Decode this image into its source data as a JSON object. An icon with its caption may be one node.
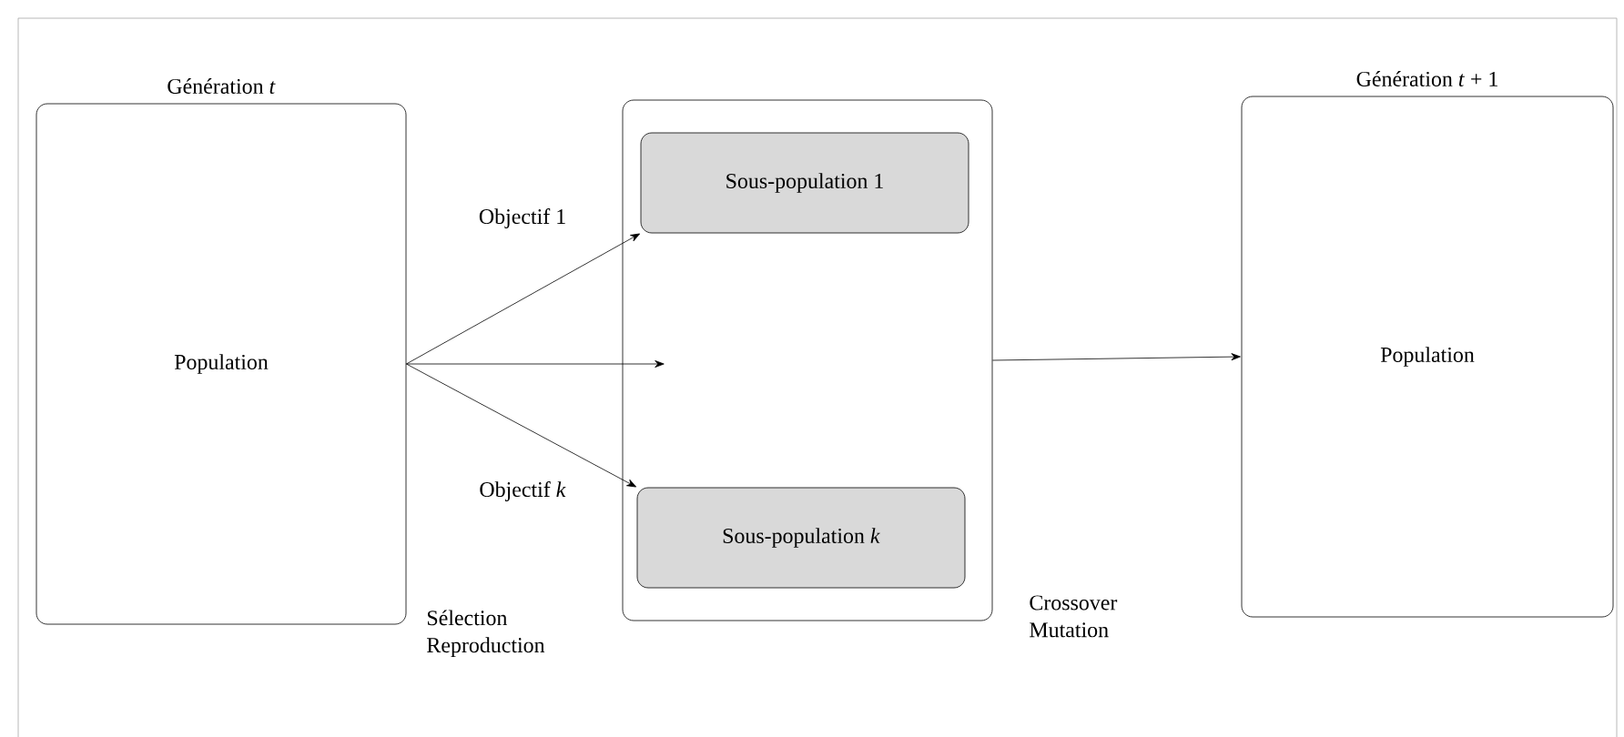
{
  "diagram": {
    "nodes": [
      {
        "text": [
          "Génération *t*",
          "Population"
        ]
      },
      {
        "text": [],
        "shape": "box"
      },
      {
        "text": [
          "Sous-population 1"
        ],
        "in": 1
      },
      {
        "text": [
          "Sous-population *k*"
        ],
        "in": 1
      },
      {
        "text": [
          "Génération *t* + 1",
          "Population"
        ]
      }
    ],
    "edges": [
      {
        "from": 0,
        "to": 2,
        "arrow": "to",
        "label": "Objectif 1"
      },
      {
        "from": 0,
        "to": null,
        "arrow": "to"
      },
      {
        "from": 0,
        "to": 3,
        "arrow": "to",
        "label": "Objectif *k*"
      },
      {
        "from": 1,
        "to": 4,
        "arrow": "to"
      }
    ],
    "labels": [
      "Sélection Reproduction",
      "Crossover Mutation"
    ]
  }
}
